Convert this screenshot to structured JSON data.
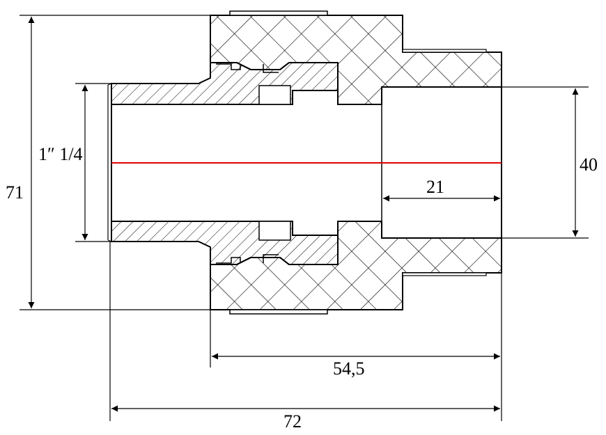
{
  "dimensions": {
    "total_height": "71",
    "thread_size": "1″ 1/4",
    "socket_diameter": "40",
    "socket_depth": "21",
    "body_length": "54,5",
    "total_length": "72"
  },
  "colors": {
    "line": "#000000",
    "axis": "#e00000",
    "background": "#ffffff"
  }
}
